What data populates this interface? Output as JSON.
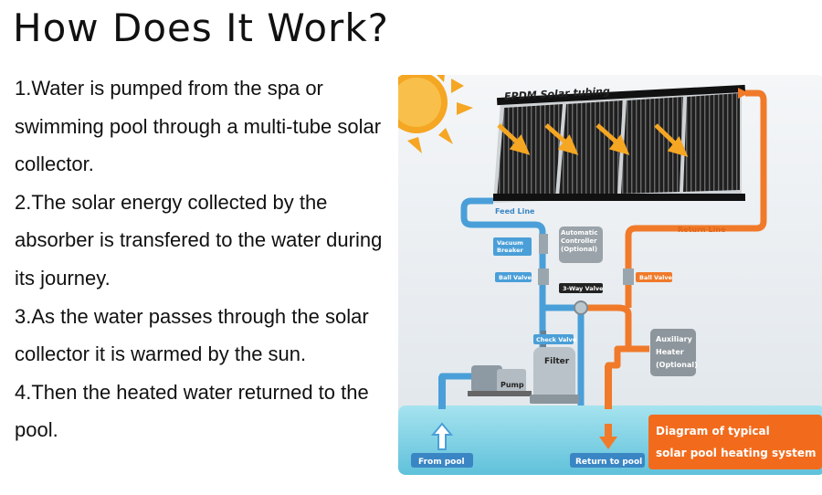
{
  "heading": "How Does It Work?",
  "steps": [
    "1.Water is pumped from the spa or swimming pool through a multi-tube solar collector.",
    "2.The solar energy collected by the absorber is transfered to the water during its journey.",
    "3.As the water passes through the solar collector it is warmed by the sun.",
    "4.Then the heated water returned to the pool."
  ],
  "diagram": {
    "solar_label": "EPDM Solar tubing",
    "feed_line": "Feed Line",
    "return_line": "Return Line",
    "vacuum_breaker": [
      "Vacuum",
      "Breaker"
    ],
    "automatic_controller": [
      "Automatic",
      "Controller",
      "(Optional)"
    ],
    "ball_valve_left": "Ball Valve",
    "ball_valve_right": "Ball Valve",
    "three_way_valve": "3-Way Valve",
    "check_valve": "Check Valve",
    "filter": "Filter",
    "pump": "Pump",
    "auxiliary_heater": [
      "Auxiliary",
      "Heater",
      "(Optional)"
    ],
    "from_pool": "From pool",
    "return_to_pool": "Return to pool",
    "caption": [
      "Diagram of typical",
      "solar pool heating system"
    ]
  },
  "colors": {
    "cold_pipe": "#4a9fd8",
    "hot_pipe": "#f07a2a",
    "pool": "#7fd0e4",
    "panel": "#2b2b2b",
    "sun": "#f5a623",
    "caption_bg": "#f26b1d"
  }
}
